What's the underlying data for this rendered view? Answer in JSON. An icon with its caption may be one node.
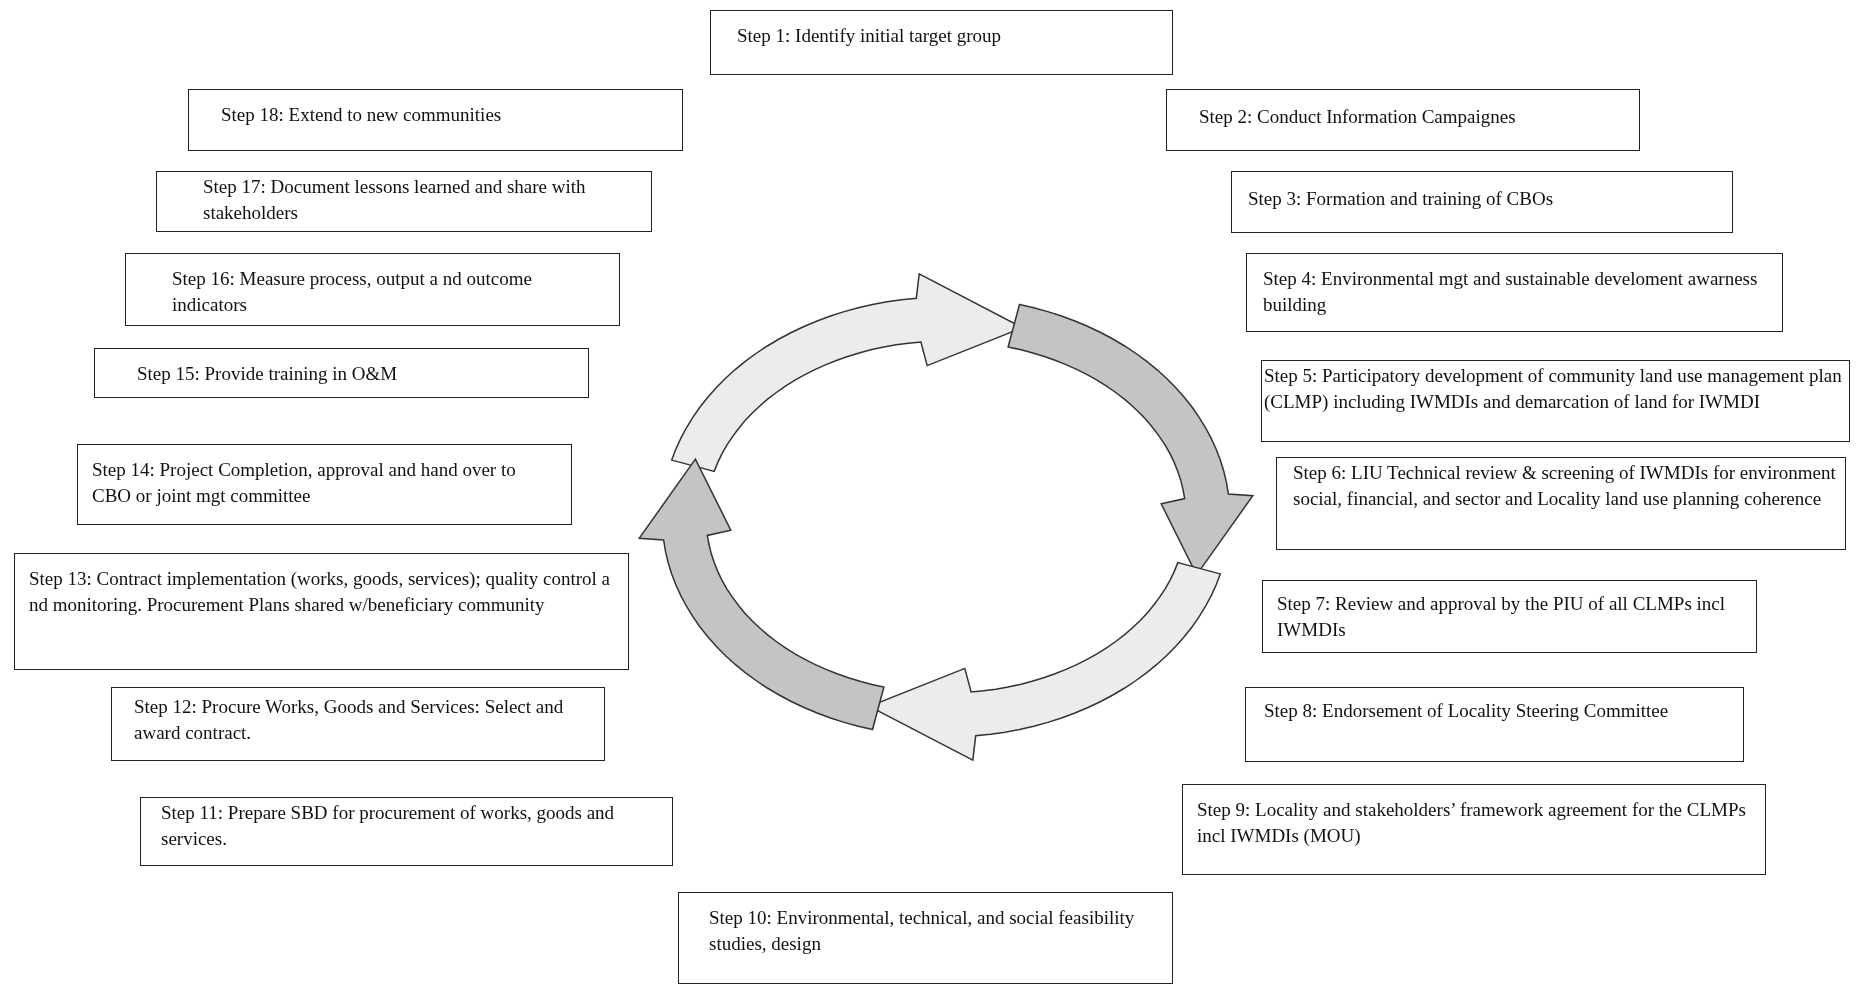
{
  "diagram": {
    "nodes": [
      {
        "text": [
          "Step 1: Identify initial target group"
        ]
      },
      {
        "text": [
          "Step 2:  Conduct Information Campaignes"
        ]
      },
      {
        "text": [
          "Step 3: Formation and training of CBOs"
        ]
      },
      {
        "text": [
          "Step 4: Environmental mgt and sustainable develoment awarness building"
        ]
      },
      {
        "text": [
          "Step 5: Participatory development of community land use management plan (CLMP) including IWMDIs and demarcation of land for IWMDI"
        ]
      },
      {
        "text": [
          "Step 6: LIU Technical review & screening of IWMDIs for environment social, financial, and sector and Locality land use planning coherence"
        ]
      },
      {
        "text": [
          "Step 7: Review and approval by the PIU of all CLMPs incl IWMDIs"
        ]
      },
      {
        "text": [
          "Step 8: Endorsement of Locality Steering Committee"
        ]
      },
      {
        "text": [
          "Step 9: Locality and stakeholders’ framework agreement for the CLMPs incl IWMDIs (MOU)"
        ]
      },
      {
        "text": [
          "Step 10: Environmental, technical, and social feasibility studies, design"
        ]
      },
      {
        "text": [
          "Step 11: Prepare SBD for procurement of works, goods and services."
        ]
      },
      {
        "text": [
          "Step 12: Procure Works, Goods and Services: Select and award contract."
        ]
      },
      {
        "text": [
          "Step 13: Contract implementation (works, goods, services); quality control a nd monitoring.  Procurement Plans shared w/beneficiary community"
        ]
      },
      {
        "text": [
          "Step 14: Project Completion, approval and hand over to CBO or joint mgt committee"
        ]
      },
      {
        "text": [
          "Step 15: Provide training in O&M"
        ]
      },
      {
        "text": [
          "Step 16: Measure process, output a nd outcome indicators"
        ]
      },
      {
        "text": [
          "Step 17: Document lessons learned and share with stakeholders"
        ]
      },
      {
        "text": [
          "Step 18: Extend to new communities"
        ]
      }
    ]
  }
}
